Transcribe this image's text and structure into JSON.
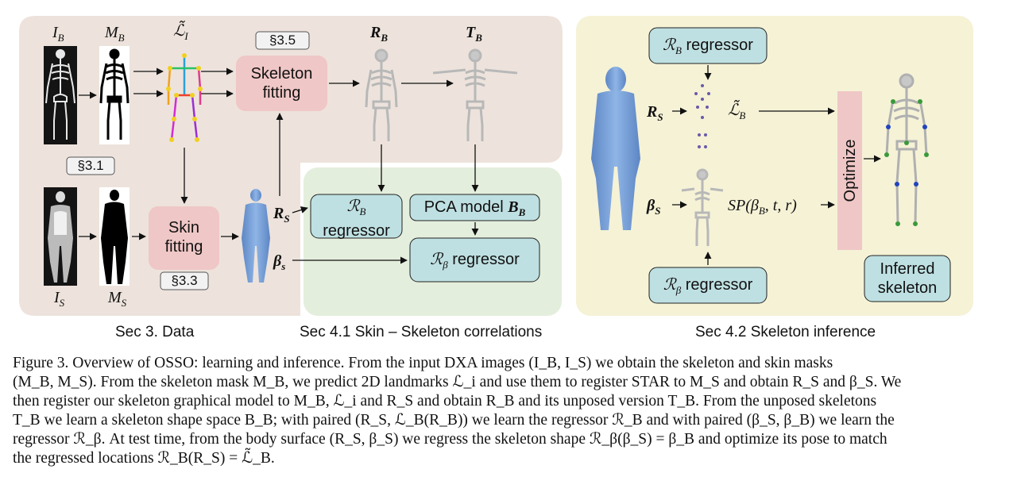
{
  "figure": {
    "ref_labels": {
      "s35": "§3.5",
      "s31": "§3.1",
      "s33": "§3.3"
    },
    "boxes": {
      "skeleton_fitting": [
        "Skeleton",
        "fitting"
      ],
      "skin_fitting": [
        "Skin",
        "fitting"
      ],
      "rb_regressor_1": [
        "ℛ",
        "B",
        "regressor"
      ],
      "pca_model": [
        "PCA model ",
        "B",
        "B"
      ],
      "rbeta_regressor_1": [
        "ℛ",
        "β",
        " regressor"
      ],
      "rb_regressor_2": [
        "ℛ",
        "B",
        " regressor"
      ],
      "rbeta_regressor_2": [
        "ℛ",
        "β",
        " regressor"
      ],
      "optimize": "Optimize",
      "inferred_skeleton": [
        "Inferred",
        "skeleton"
      ]
    },
    "symbols": {
      "IB": [
        "I",
        "B"
      ],
      "MB": [
        "M",
        "B"
      ],
      "LI": [
        "ℒ̃",
        "I"
      ],
      "RB": [
        "R",
        "B"
      ],
      "TB": [
        "T",
        "B"
      ],
      "IS": [
        "I",
        "S"
      ],
      "MS": [
        "M",
        "S"
      ],
      "RS": [
        "R",
        "S"
      ],
      "betaS": [
        "β",
        "s"
      ],
      "RS2": [
        "R",
        "S"
      ],
      "LB": [
        "ℒ̃",
        "B"
      ],
      "betaS2": [
        "β",
        "S"
      ],
      "SP": "SP(β",
      "SP_sub": "B",
      "SP_rest": ", t, r)"
    },
    "section_titles": {
      "data": "Sec 3. Data",
      "skin_skeleton": "Sec 4.1 Skin – Skeleton correlations",
      "inference": "Sec 4.2 Skeleton inference"
    },
    "colors": {
      "data_panel": "#ede3dc",
      "correlation_panel": "#e4eedc",
      "inference_panel": "#f5f2d6",
      "pink_box": "#efc7c6",
      "blue_box": "#bfe0e2",
      "ref_box": "#f2f2f2",
      "body_blue": "#7ea6d8",
      "xray_bg": "#141414"
    }
  },
  "caption": {
    "line1": "Figure 3.  Overview of OSSO: learning and inference.  From the input DXA images (I_B, I_S) we obtain the skeleton and skin masks",
    "line2": "(M_B, M_S). From the skeleton mask M_B, we predict 2D landmarks ℒ_i and use them to register STAR to M_S and obtain R_S and β_S. We",
    "line3": "then register our skeleton graphical model to M_B, ℒ_i and R_S and obtain R_B and its unposed version T_B. From the unposed skeletons",
    "line4": "T_B we learn a skeleton shape space B_B; with paired (R_S, ℒ_B(R_B)) we learn the regressor ℛ_B and with paired (β_S, β_B) we learn the",
    "line5": "regressor ℛ_β. At test time, from the body surface (R_S, β_S) we regress the skeleton shape ℛ_β(β_S) = β_B and optimize its pose to match",
    "line6": "the regressed locations ℛ_B(R_S) = ℒ̃_B."
  }
}
